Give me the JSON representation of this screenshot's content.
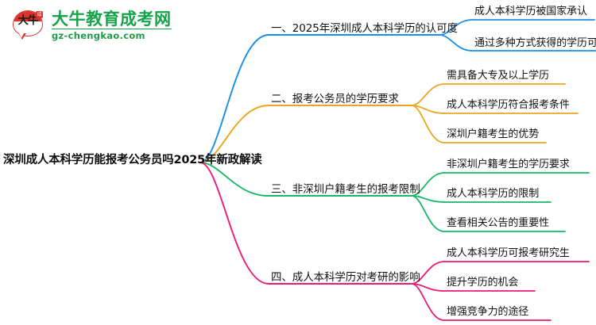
{
  "logo": {
    "mark_text": "大牛",
    "mark_badge": "成",
    "brand_name": "大牛教育成考网",
    "brand_url": "gz-chengkao.com",
    "mark_color": "#d9332b",
    "brand_color": "#16a34a"
  },
  "mindmap": {
    "root": "深圳成人本科学历能报考公务员吗2025年新政解读",
    "branches": [
      {
        "label": "一、2025年深圳成人本科学历的认可度",
        "color": "#1a8fe8",
        "children": [
          "成人本科学历被国家承认",
          "通过多种方式获得的学历可查"
        ]
      },
      {
        "label": "二、报考公务员的学历要求",
        "color": "#eda521",
        "children": [
          "需具备大专及以上学历",
          "成人本科学历符合报考条件",
          "深圳户籍考生的优势"
        ]
      },
      {
        "label": "三、非深圳户籍考生的报考限制",
        "color": "#18b864",
        "children": [
          "非深圳户籍考生的学历要求",
          "成人本科学历的限制",
          "查看相关公告的重要性"
        ]
      },
      {
        "label": "四、成人本科学历对考研的影响",
        "color": "#ed1a76",
        "children": [
          "成人本科学历可报考研究生",
          "提升学历的机会",
          "增强竞争力的途径"
        ]
      }
    ]
  }
}
